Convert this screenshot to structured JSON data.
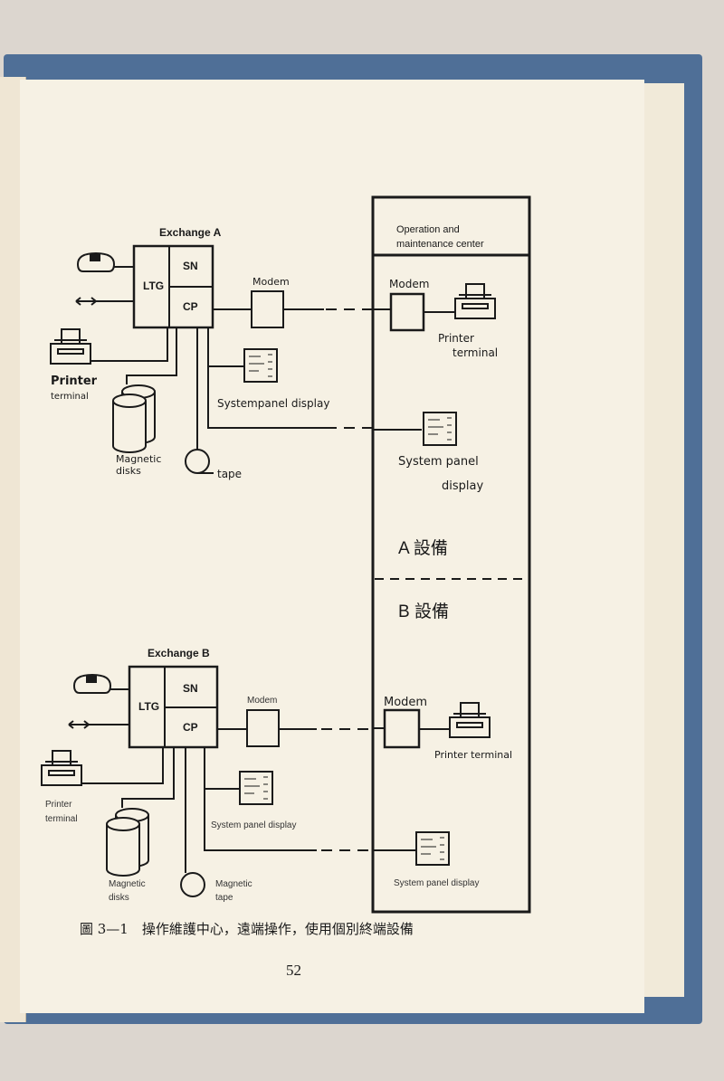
{
  "diagram": {
    "exchange_a": {
      "title": "Exchange A",
      "ltg": "LTG",
      "sn": "SN",
      "cp": "CP",
      "modem": "Modem",
      "printer": [
        "Printer",
        "terminal"
      ],
      "disks": [
        "Magnetic",
        "disks"
      ],
      "tape": "tape",
      "panel": "Systempanel display"
    },
    "omc": {
      "title": [
        "Operation and",
        "maintenance center"
      ],
      "modem_a": "Modem",
      "printer_a": [
        "Printer",
        "terminal"
      ],
      "panel_a": [
        "System panel",
        "display"
      ],
      "section_a": "A 設備",
      "section_b": "B 設備",
      "modem_b": "Modem",
      "printer_b": "Printer terminal",
      "panel_b": "System panel display"
    },
    "exchange_b": {
      "title": "Exchange B",
      "ltg": "LTG",
      "sn": "SN",
      "cp": "CP",
      "modem": "Modem",
      "printer": [
        "Printer",
        "terminal"
      ],
      "disks": [
        "Magnetic",
        "disks"
      ],
      "tape": [
        "Magnetic",
        "tape"
      ],
      "panel": "System panel display"
    }
  },
  "caption": "圖 3—1　操作維護中心，遠端操作，使用個別終端設備",
  "page_number": "52"
}
